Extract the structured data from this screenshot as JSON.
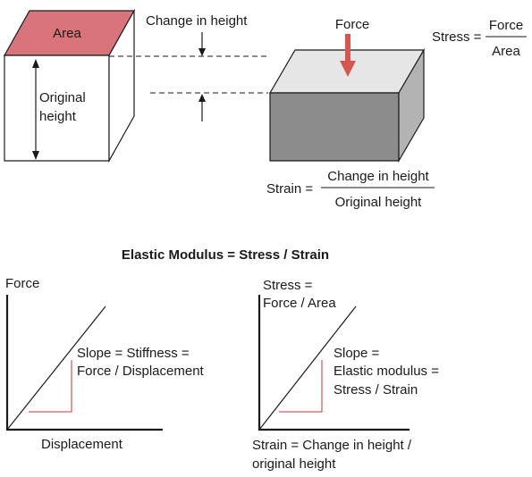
{
  "cube": {
    "area_label": "Area",
    "original_height_line1": "Original",
    "original_height_line2": "height"
  },
  "change_in_height_label": "Change in height",
  "compressed_block": {
    "force_label": "Force"
  },
  "stress_formula": {
    "lhs": "Stress =",
    "numerator": "Force",
    "denominator": "Area"
  },
  "strain_formula": {
    "lhs": "Strain =",
    "numerator": "Change in height",
    "denominator": "Original height"
  },
  "elastic_modulus_title": "Elastic Modulus = Stress / Strain",
  "left_graph": {
    "y_axis_label": "Force",
    "x_axis_label": "Displacement",
    "slope_line1": "Slope = Stiffness =",
    "slope_line2": "Force / Displacement"
  },
  "right_graph": {
    "y_axis_line1": "Stress =",
    "y_axis_line2": "Force / Area",
    "x_axis_line1": "Strain = Change in height /",
    "x_axis_line2": "original height",
    "slope_line1": "Slope =",
    "slope_line2": "Elastic modulus =",
    "slope_line3": "Stress / Strain"
  },
  "colors": {
    "area_face": "#d9757a",
    "force_arrow": "#d9534f",
    "block_top": "#e6e6e6",
    "block_front": "#8c8c8c",
    "block_side": "#b3b3b3",
    "slope_triangle": "#c0392b"
  }
}
